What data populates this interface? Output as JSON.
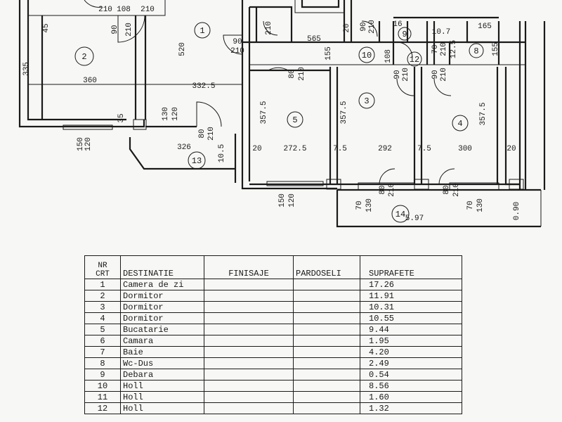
{
  "plan": {
    "rooms": [
      {
        "id": "1",
        "label": "1"
      },
      {
        "id": "2",
        "label": "2"
      },
      {
        "id": "3",
        "label": "3"
      },
      {
        "id": "4",
        "label": "4"
      },
      {
        "id": "5",
        "label": "5"
      },
      {
        "id": "8",
        "label": "8"
      },
      {
        "id": "9",
        "label": "9"
      },
      {
        "id": "10",
        "label": "10"
      },
      {
        "id": "12",
        "label": "12"
      },
      {
        "id": "13",
        "label": "13"
      },
      {
        "id": "14",
        "label": "14"
      }
    ],
    "dimensions": [
      "210",
      "108",
      "210",
      "90",
      "210",
      "45",
      "520",
      "335",
      "360",
      "332.5",
      "35",
      "130",
      "120",
      "80",
      "210",
      "150",
      "120",
      "326",
      "10.5",
      "90",
      "210",
      "565",
      "155",
      "20",
      "90",
      "210",
      "16",
      "10.7",
      "165",
      "70",
      "210",
      "12.5",
      "155",
      "108",
      "90",
      "210",
      "90",
      "210",
      "80",
      "210",
      "357.5",
      "357.5",
      "357.5",
      "20",
      "272.5",
      "7.5",
      "292",
      "7.5",
      "300",
      "20",
      "80",
      "210",
      "80",
      "210",
      "150",
      "120",
      "70",
      "130",
      "70",
      "130",
      "5.97",
      "0.90",
      "210"
    ]
  },
  "table": {
    "headers": {
      "nr_line1": "NR",
      "nr_line2": "CRT",
      "destinatie": "DESTINATIE",
      "finisaje": "FINISAJE",
      "pardoseli": "PARDOSELI",
      "suprafete": "SUPRAFETE"
    },
    "rows": [
      {
        "nr": "1",
        "destinatie": "Camera de zi",
        "finisaje": "",
        "pardoseli": "",
        "suprafete": "17.26"
      },
      {
        "nr": "2",
        "destinatie": "Dormitor",
        "finisaje": "",
        "pardoseli": "",
        "suprafete": "11.91"
      },
      {
        "nr": "3",
        "destinatie": "Dormitor",
        "finisaje": "",
        "pardoseli": "",
        "suprafete": "10.31"
      },
      {
        "nr": "4",
        "destinatie": "Dormitor",
        "finisaje": "",
        "pardoseli": "",
        "suprafete": "10.55"
      },
      {
        "nr": "5",
        "destinatie": "Bucatarie",
        "finisaje": "",
        "pardoseli": "",
        "suprafete": "9.44"
      },
      {
        "nr": "6",
        "destinatie": "Camara",
        "finisaje": "",
        "pardoseli": "",
        "suprafete": "1.95"
      },
      {
        "nr": "7",
        "destinatie": "Baie",
        "finisaje": "",
        "pardoseli": "",
        "suprafete": "4.20"
      },
      {
        "nr": "8",
        "destinatie": "Wc-Dus",
        "finisaje": "",
        "pardoseli": "",
        "suprafete": "2.49"
      },
      {
        "nr": "9",
        "destinatie": "Debara",
        "finisaje": "",
        "pardoseli": "",
        "suprafete": "0.54"
      },
      {
        "nr": "10",
        "destinatie": "Holl",
        "finisaje": "",
        "pardoseli": "",
        "suprafete": "8.56"
      },
      {
        "nr": "11",
        "destinatie": "Holl",
        "finisaje": "",
        "pardoseli": "",
        "suprafete": "1.60"
      },
      {
        "nr": "12",
        "destinatie": "Holl",
        "finisaje": "",
        "pardoseli": "",
        "suprafete": "1.32"
      }
    ]
  }
}
